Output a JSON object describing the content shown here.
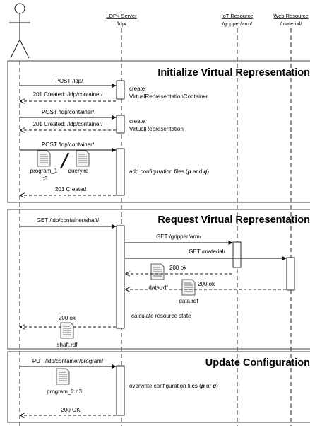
{
  "participants": {
    "server": {
      "name": "LDP+ Server",
      "path": "/ldp/"
    },
    "iot": {
      "name": "IoT Resource",
      "path": "/gripper/arm/"
    },
    "web": {
      "name": "Web Resource",
      "path": "/material/"
    }
  },
  "sections": {
    "init": {
      "title": "Initialize Virtual Representation",
      "msg1": "POST /ldp/",
      "reply1": "201 Created: /ldp/container/",
      "note1_line1": "create",
      "note1_line2": "VirtualRepresentationContainer",
      "msg2": "POST /ldp/container/",
      "reply2": "201 Created: /ldp/container/",
      "note2_line1": "create",
      "note2_line2": "VirtualRepresentation",
      "msg3": "POST /ldp/container/",
      "file1_line1": "program_1",
      "file1_line2": ".n3",
      "file2": "query.rq",
      "note3_prefix": "add configuration files (",
      "note3_p": "p",
      "note3_and": " and ",
      "note3_q": "q",
      "note3_suffix": ")",
      "reply3": "201 Created"
    },
    "request": {
      "title": "Request Virtual Representation",
      "msg1": "GET /ldp/container/shaft/",
      "msg2": "GET /gripper/arm/",
      "msg3": "GET /material/",
      "reply_iot": "200 ok",
      "file_iot": "data.rdf",
      "reply_web": "200 ok",
      "file_web": "data.rdf",
      "note": "calculate resource state",
      "reply_final": "200 ok",
      "file_final": "shaft.rdf"
    },
    "update": {
      "title": "Update Configuration",
      "msg1": "PUT /ldp/container/program/",
      "file": "program_2.n3",
      "note_prefix": "overwrite configuration files (",
      "note_p": "p",
      "note_or": " or ",
      "note_q": "q",
      "note_suffix": ")",
      "reply": "200 OK"
    }
  },
  "colors": {
    "line": "#111111",
    "frame": "#444444",
    "activation": "#ffffff"
  }
}
